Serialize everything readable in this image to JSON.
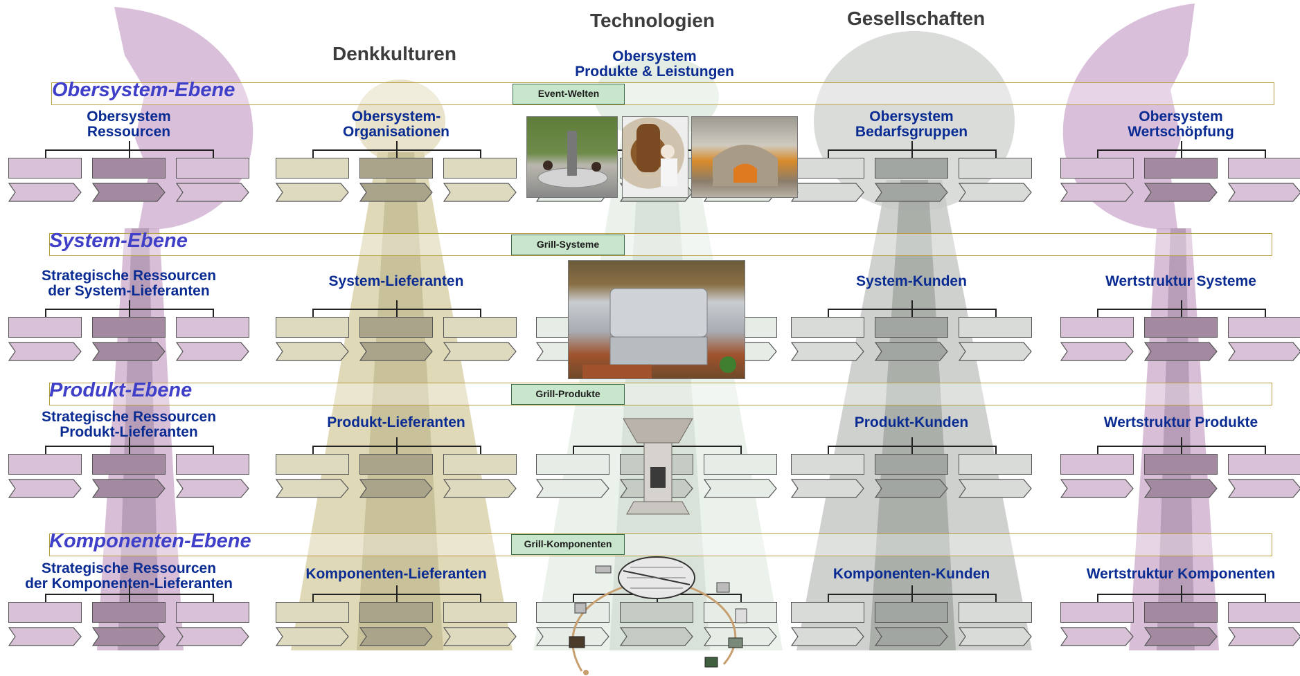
{
  "headers": {
    "denkkulturen": "Denkkulturen",
    "technologien": "Technologien",
    "gesellschaften": "Gesellschaften",
    "tech_top_line1": "Obersystem",
    "tech_top_line2": "Produkte & Leistungen"
  },
  "levels": [
    {
      "title": "Obersystem-Ebene",
      "tag": "Event-Welten",
      "col1": [
        "Obersystem",
        "Ressourcen"
      ],
      "col2": [
        "Obersystem-",
        "Organisationen"
      ],
      "col4": [
        "Obersystem",
        "Bedarfsgruppen"
      ],
      "col5": [
        "Obersystem",
        "Wertschöpfung"
      ]
    },
    {
      "title": "System-Ebene",
      "tag": "Grill-Systeme",
      "col1": [
        "Strategische Ressourcen",
        "der System-Lieferanten"
      ],
      "col2": [
        "System-Lieferanten"
      ],
      "col4": [
        "System-Kunden"
      ],
      "col5": [
        "Wertstruktur  Systeme"
      ]
    },
    {
      "title": "Produkt-Ebene",
      "tag": "Grill-Produkte",
      "col1": [
        "Strategische Ressourcen",
        "Produkt-Lieferanten"
      ],
      "col2": [
        "Produkt-Lieferanten"
      ],
      "col4": [
        "Produkt-Kunden"
      ],
      "col5": [
        "Wertstruktur Produkte"
      ]
    },
    {
      "title": "Komponenten-Ebene",
      "tag": "Grill-Komponenten",
      "col1": [
        "Strategische Ressourcen",
        "der Komponenten-Lieferanten"
      ],
      "col2": [
        "Komponenten-Lieferanten"
      ],
      "col4": [
        "Komponenten-Kunden"
      ],
      "col5": [
        "Wertstruktur Komponenten"
      ]
    }
  ],
  "colors": {
    "col1_light": "#d9c1d8",
    "col1_dark": "#a38aa1",
    "col2_light": "#dedac0",
    "col2_dark": "#aaa58a",
    "col3_light": "#e6ede6",
    "col3_dark": "#c4ccc4",
    "col4_light": "#d8dbd8",
    "col4_dark": "#a2a6a2",
    "col5_light": "#d9c1d8",
    "col5_dark": "#a38aa1",
    "band_border": "#b8a040",
    "band_title": "#3f3fc8",
    "label_text": "#0a2c92",
    "tag_fill": "#c8e6cc"
  },
  "images": [
    "event-photo-park",
    "event-photo-kebab",
    "event-photo-oven",
    "grill-system-photo",
    "grill-product-photo",
    "grill-components-diagram"
  ]
}
